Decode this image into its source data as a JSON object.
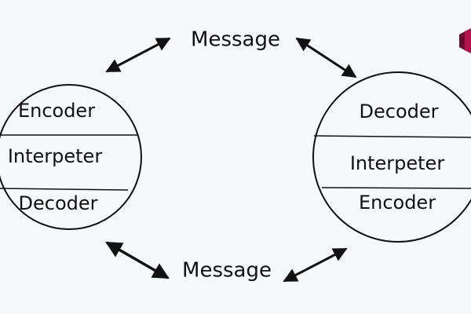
{
  "diagram": {
    "top_message": "Message",
    "bottom_message": "Message",
    "left_node": {
      "sections": [
        "Encoder",
        "Interpeter",
        "Decoder"
      ]
    },
    "right_node": {
      "sections": [
        "Decoder",
        "Interpeter",
        "Encoder"
      ]
    }
  },
  "colors": {
    "background": "#f7f8fc",
    "stroke": "#111111",
    "logo_accent": "#b0124a"
  },
  "icons": {
    "corner_logo": "hexagon-logo-icon"
  }
}
